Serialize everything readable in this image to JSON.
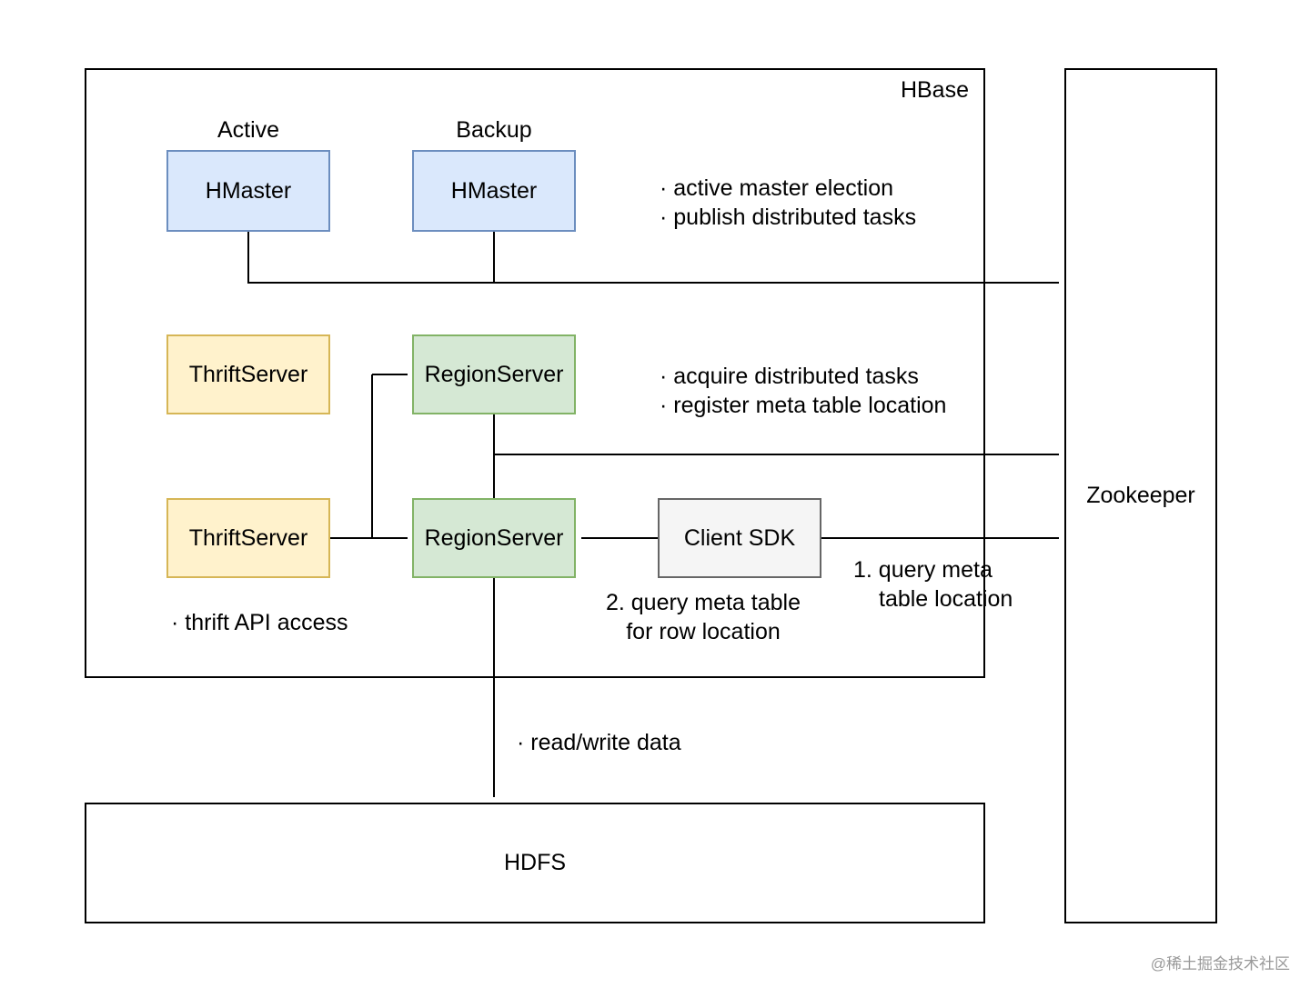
{
  "frames": {
    "hbase": {
      "label": "HBase"
    },
    "zookeeper": {
      "label": "Zookeeper"
    },
    "hdfs": {
      "label": "HDFS"
    }
  },
  "nodes": {
    "hmaster_active": {
      "caption": "Active",
      "label": "HMaster"
    },
    "hmaster_backup": {
      "caption": "Backup",
      "label": "HMaster"
    },
    "thrift_server_top": {
      "label": "ThriftServer"
    },
    "thrift_server_bottom": {
      "label": "ThriftServer"
    },
    "region_server_top": {
      "label": "RegionServer"
    },
    "region_server_bottom": {
      "label": "RegionServer"
    },
    "client_sdk": {
      "label": "Client SDK"
    }
  },
  "annotations": {
    "master_tasks": {
      "line1": "· active master election",
      "line2": "· publish distributed tasks"
    },
    "region_tasks": {
      "line1": "· acquire distributed tasks",
      "line2": "· register meta table location"
    },
    "query_meta_location": {
      "line1": "1. query meta",
      "line2": "table location"
    },
    "query_meta_row": {
      "line1": "2. query meta table",
      "line2": "for row location"
    },
    "thrift_api": {
      "text": "· thrift API access"
    },
    "read_write": {
      "text": "· read/write data"
    }
  },
  "watermark": {
    "text": "@稀土掘金技术社区"
  },
  "colors": {
    "hmaster_fill": "#dae8fc",
    "hmaster_stroke": "#6c8ebf",
    "thrift_fill": "#fff2cc",
    "thrift_stroke": "#d6b656",
    "region_fill": "#d5e8d4",
    "region_stroke": "#82b366",
    "client_fill": "#f5f5f5",
    "client_stroke": "#666666",
    "frame_stroke": "#000000",
    "connector": "#000000",
    "watermark": "#999999"
  }
}
